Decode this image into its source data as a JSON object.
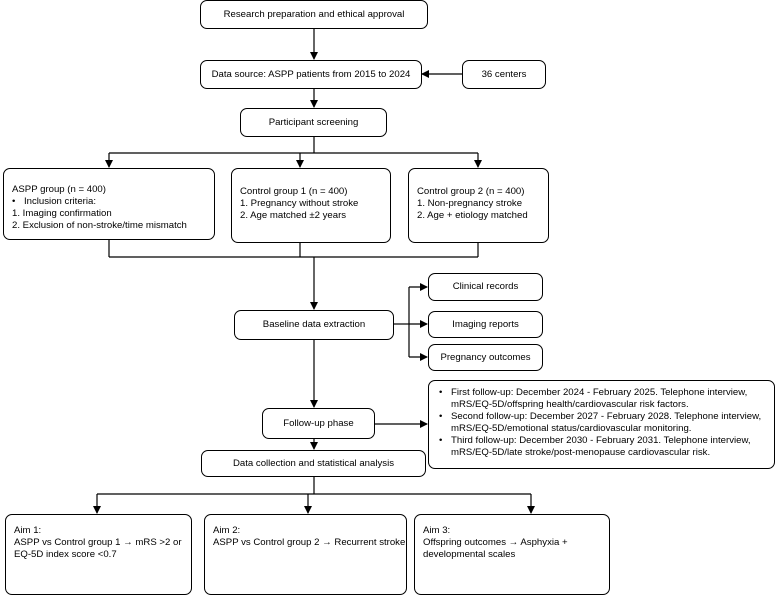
{
  "nodes": {
    "prep": "Research preparation and ethical approval",
    "source": "Data source: ASPP patients from 2015 to 2024",
    "centers": "36 centers",
    "screening": "Participant screening",
    "aspp": {
      "title": "ASPP group (n = 400)",
      "bullet": "Inclusion criteria:",
      "items": [
        "1. Imaging confirmation",
        "2. Exclusion of non-stroke/time mismatch"
      ]
    },
    "control1": {
      "title": "Control group 1 (n = 400)",
      "items": [
        "1. Pregnancy without stroke",
        "2. Age matched ±2 years"
      ]
    },
    "control2": {
      "title": "Control group 2 (n = 400)",
      "items": [
        "1. Non-pregnancy stroke",
        "2. Age + etiology matched"
      ]
    },
    "baseline": "Baseline data extraction",
    "clinical": "Clinical records",
    "imaging": "Imaging reports",
    "pregnancy": "Pregnancy outcomes",
    "followup": "Follow-up phase",
    "followups": [
      [
        "First follow-up: December 2024 - February 2025. Telephone interview,",
        "mRS/EQ-5D/offspring health/cardiovascular risk factors."
      ],
      [
        "Second follow-up: December 2027 - February 2028. Telephone interview,",
        "mRS/EQ-5D/emotional status/cardiovascular monitoring."
      ],
      [
        "Third follow-up: December 2030 - February 2031. Telephone interview,",
        "mRS/EQ-5D/late stroke/post-menopause cardiovascular risk."
      ]
    ],
    "analysis": "Data collection and statistical analysis",
    "aim1": [
      "Aim 1:",
      "ASPP vs Control group 1 → mRS >2 or",
      "EQ-5D index score <0.7"
    ],
    "aim2": [
      "Aim 2:",
      "ASPP vs Control group 2 → Recurrent stroke"
    ],
    "aim3": [
      "Aim 3:",
      "Offspring outcomes → Asphyxia +",
      "developmental scales"
    ]
  },
  "bullet_symbol": "•"
}
